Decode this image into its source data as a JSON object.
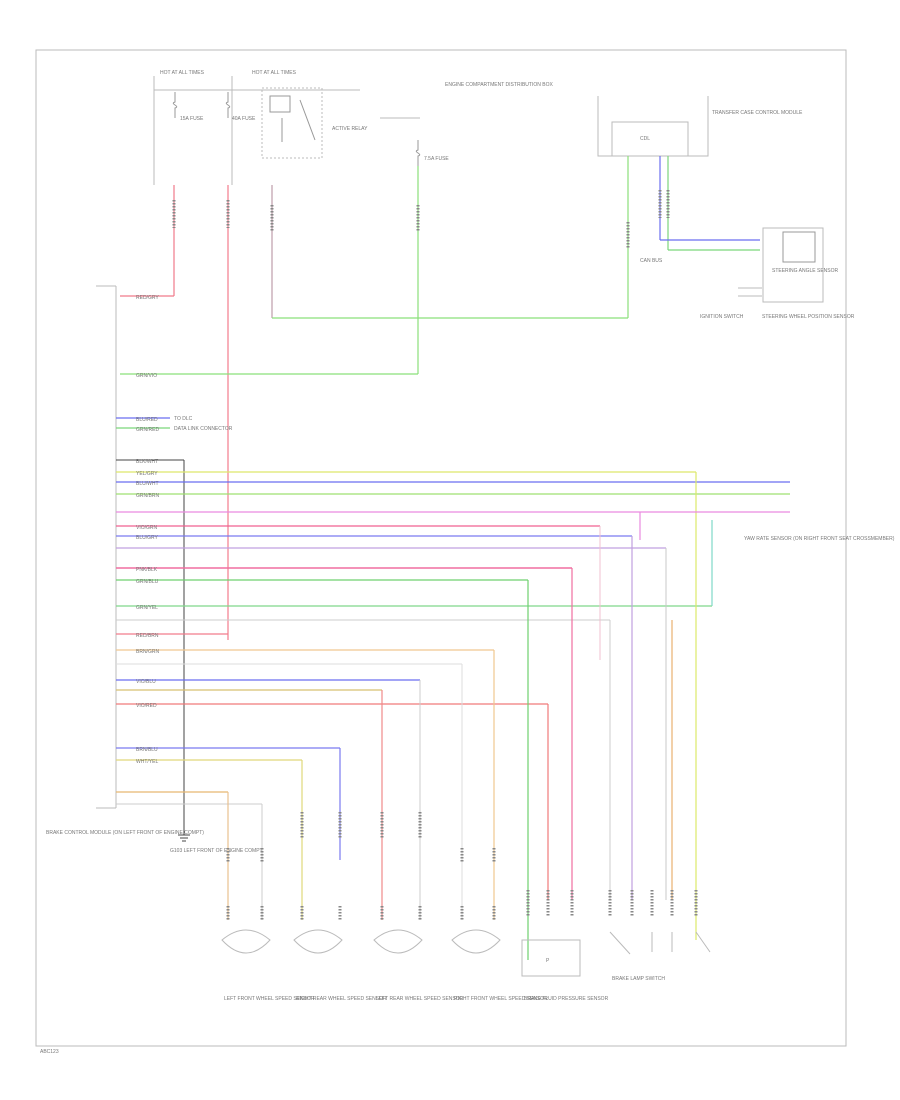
{
  "diagram": {
    "page_code": "ABC123",
    "power_labels": {
      "hot_1": "HOT AT ALL TIMES",
      "hot_2": "HOT AT ALL TIMES"
    },
    "fuse_labels": {
      "fuse_a": "15A FUSE",
      "fuse_b": "40A FUSE",
      "relay": "ACTIVE RELAY",
      "fuse_c": "7.5A FUSE"
    },
    "top_labels": {
      "power_dist": "ENGINE COMPARTMENT DISTRIBUTION BOX",
      "transfer": "TRANSFER CASE CONTROL MODULE",
      "cdl": "CDL",
      "steering_sensor": "STEERING ANGLE SENSOR",
      "steering_wheel": "STEERING WHEEL POSITION SENSOR",
      "ignition": "IGNITION SWITCH"
    },
    "module_labels": {
      "main_module": "BRAKE CONTROL MODULE (ON LEFT FRONT OF ENGINE COMPT)",
      "ground": "G103 LEFT FRONT OF ENGINE COMPT",
      "yaw_sensor": "YAW RATE SENSOR (ON RIGHT FRONT SEAT CROSSMEMBER)",
      "lamp_switch": "BRAKE LAMP SWITCH"
    },
    "wheel_sensors": [
      {
        "label": "LEFT FRONT WHEEL SPEED SENSOR"
      },
      {
        "label": "RIGHT REAR WHEEL SPEED SENSOR"
      },
      {
        "label": "LEFT REAR WHEEL SPEED SENSOR"
      },
      {
        "label": "RIGHT FRONT WHEEL SPEED SENSOR"
      }
    ],
    "pressure_sensor": {
      "label": "BRAKE FLUID PRESSURE SENSOR",
      "badge": "P"
    },
    "wire_labels": {
      "w1": "RED/GRY",
      "w2": "GRN/VIO",
      "w3": "BLU/RED",
      "w4": "GRN/RED",
      "w5": "BLK/WHT",
      "w6": "YEL/GRY",
      "w7": "BLU/WHT",
      "w8": "GRN/BRN",
      "w9": "VIO/GRN",
      "w10": "PNK/BLK",
      "w11": "BLU/GRY",
      "w12": "VIO/BLU",
      "w13": "GRN/YEL",
      "w14": "GRN/BLU",
      "w15": "BRN/GRN",
      "w16": "WHT/YEL",
      "w17": "VIO/RED",
      "w18": "BRN/BLU",
      "w19": "RED/BRN"
    },
    "branch_labels": {
      "to_dlc": "TO DLC",
      "data_link": "DATA LINK CONNECTOR",
      "can_bus": "CAN BUS"
    }
  }
}
